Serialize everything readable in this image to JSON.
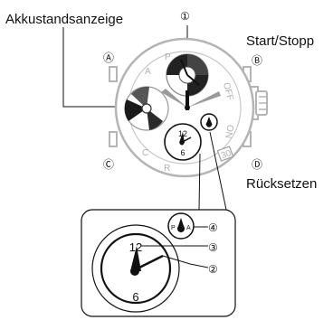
{
  "labels": {
    "battery_indicator": "Akkustandsanzeige",
    "start_stop": "Start/Stopp",
    "reset": "Rücksetzen"
  },
  "callouts": {
    "one": "①",
    "two": "②",
    "three": "③",
    "four": "④"
  },
  "buttons": {
    "a": "Ⓐ",
    "b": "Ⓑ",
    "c": "Ⓒ",
    "d": "Ⓓ"
  },
  "bezel": {
    "a": "A",
    "p": "P",
    "off": "OFF",
    "on": "ON",
    "c": "C",
    "r": "R"
  },
  "date_window": "30",
  "subdial": {
    "top": "12",
    "bottom": "6"
  },
  "zoom_dial": {
    "top": "12",
    "bottom": "6"
  },
  "indicator": {
    "left": "P",
    "right": "A"
  }
}
